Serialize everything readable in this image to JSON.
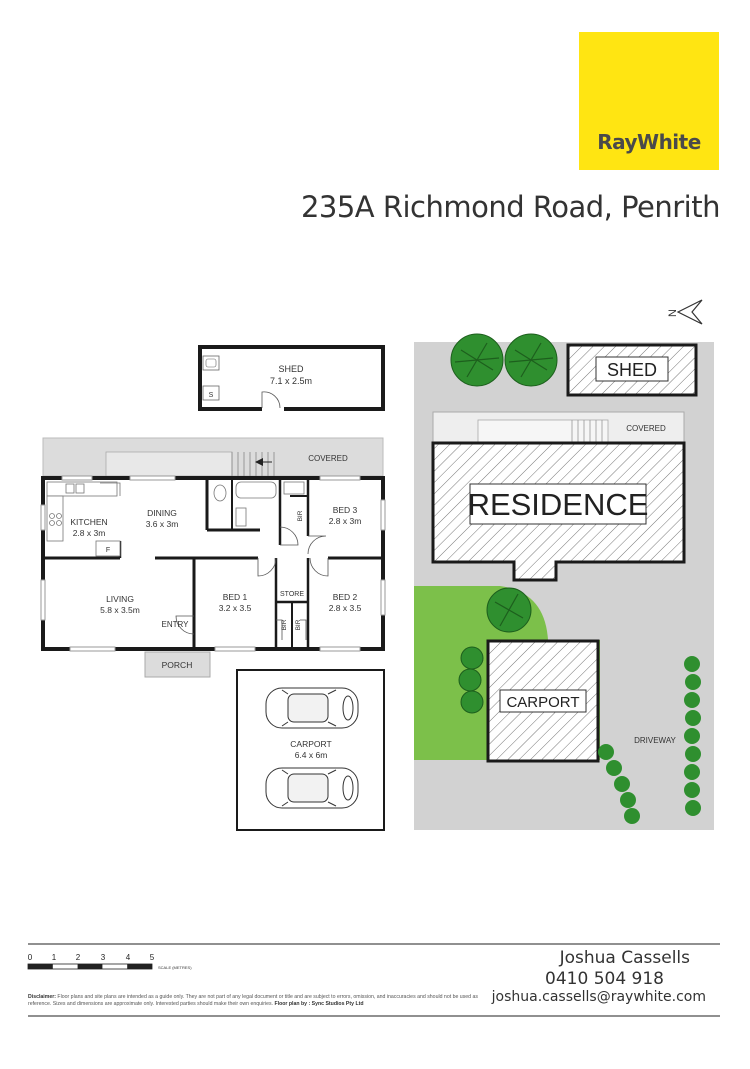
{
  "brand": {
    "logo_text": "RayWhite",
    "logo_bg": "#ffe512"
  },
  "address": "235A Richmond Road, Penrith",
  "floor_plan": {
    "shed": {
      "name": "SHED",
      "size": "7.1 x 2.5m",
      "fixture_label": "S"
    },
    "covered": "COVERED",
    "kitchen": {
      "name": "KITCHEN",
      "size": "2.8 x 3m",
      "fixture_label": "F"
    },
    "dining": {
      "name": "DINING",
      "size": "3.6 x 3m"
    },
    "bed3": {
      "name": "BED 3",
      "size": "2.8 x 3m"
    },
    "bir": "BIR",
    "living": {
      "name": "LIVING",
      "size": "5.8 x 3.5m"
    },
    "bed1": {
      "name": "BED 1",
      "size": "3.2 x 3.5"
    },
    "bed2": {
      "name": "BED 2",
      "size": "2.8 x 3.5"
    },
    "store": "STORE",
    "entry": "ENTRY",
    "porch": "PORCH",
    "carport": {
      "name": "CARPORT",
      "size": "6.4 x 6m"
    }
  },
  "site_plan": {
    "north_label": "N",
    "shed": "SHED",
    "covered": "COVERED",
    "residence": "RESIDENCE",
    "carport": "CARPORT",
    "driveway": "DRIVEWAY"
  },
  "scale_bar": {
    "ticks": [
      "0",
      "1",
      "2",
      "3",
      "4",
      "5"
    ],
    "unit": "SCALE (METRES)"
  },
  "agent": {
    "name": "Joshua Cassells",
    "phone": "0410 504 918",
    "email": "joshua.cassells@raywhite.com"
  },
  "disclaimer": {
    "label": "Disclaimer:",
    "text": " Floor plans and site plans are intended as a guide only. They are not part of any legal document or title and are subject to errors, omission, and inaccuracies and should not be used as reference. Sizes and dimensions are approximate only. Interested parties should make their own enquiries. ",
    "credit": "Floor plan by : Sync Studios Pty Ltd"
  },
  "colors": {
    "wall": "#1a1a1a",
    "covered_fill": "#dcdcdc",
    "ground": "#d2d2d2",
    "lawn": "#7cc04a",
    "tree": "#2f8f2f",
    "hatch": "#555555"
  }
}
